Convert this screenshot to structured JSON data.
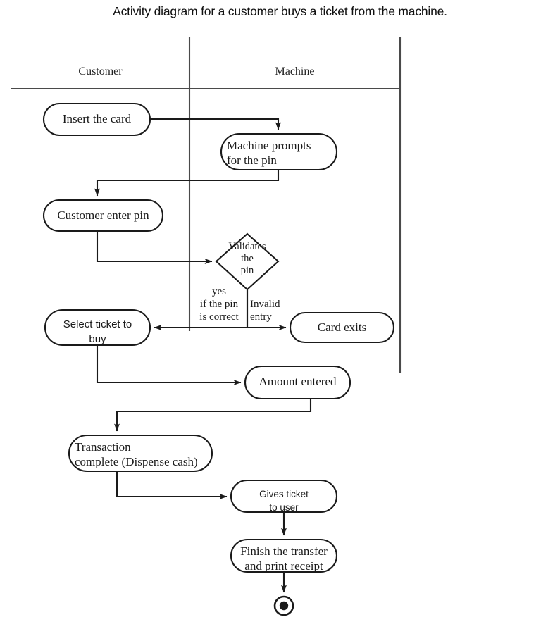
{
  "title": "Activity  diagram for a customer buys a ticket from the machine.",
  "lanes": [
    {
      "name": "customer",
      "label": "Customer"
    },
    {
      "name": "machine",
      "label": "Machine"
    }
  ],
  "nodes": [
    {
      "id": "insert-card",
      "label": "Insert the card",
      "lane": "customer",
      "shape": "rounded-rect"
    },
    {
      "id": "machine-prompts",
      "label": "Machine prompts\nfor the pin",
      "lane": "machine",
      "shape": "rounded-rect"
    },
    {
      "id": "customer-enter-pin",
      "label": "Customer enter pin",
      "lane": "customer",
      "shape": "rounded-rect"
    },
    {
      "id": "validates-pin",
      "label": "Validates\nthe\npin",
      "lane": "machine",
      "shape": "diamond"
    },
    {
      "id": "select-ticket",
      "label": "Select ticket to\nbuy",
      "lane": "customer",
      "shape": "rounded-rect"
    },
    {
      "id": "card-exits",
      "label": "Card exits",
      "lane": "machine",
      "shape": "rounded-rect"
    },
    {
      "id": "amount-entered",
      "label": "Amount entered",
      "lane": "machine",
      "shape": "rounded-rect"
    },
    {
      "id": "transaction-complete",
      "label": "Transaction\ncomplete (Dispense cash)",
      "lane": "customer",
      "shape": "rounded-rect"
    },
    {
      "id": "gives-ticket",
      "label": "Gives ticket\nto user",
      "lane": "machine",
      "shape": "rounded-rect"
    },
    {
      "id": "finish-transfer",
      "label": "Finish the transfer\nand print receipt",
      "lane": "machine",
      "shape": "rounded-rect"
    },
    {
      "id": "end-node",
      "label": "",
      "lane": "machine",
      "shape": "final-node"
    }
  ],
  "node_text": {
    "insert_card": "Insert the card",
    "machine_prompts_line1": "Machine prompts",
    "machine_prompts_line2": "for the pin",
    "customer_enter_pin": "Customer enter pin",
    "validates_line1": "Validates",
    "validates_line2": "the",
    "validates_line3": "pin",
    "select_ticket_line1": "Select ticket to",
    "select_ticket_line2": "buy",
    "card_exits": "Card exits",
    "amount_entered": "Amount entered",
    "transaction_line1": "Transaction",
    "transaction_line2": "complete (Dispense cash)",
    "gives_ticket_line1": "Gives ticket",
    "gives_ticket_line2": "to user",
    "finish_line1": "Finish the transfer",
    "finish_line2": "and print receipt"
  },
  "guards": {
    "yes_line1": "yes",
    "yes_line2": "if the pin",
    "yes_line3": "is correct",
    "invalid_line1": "Invalid",
    "invalid_line2": "entry"
  },
  "edges": [
    {
      "from": "insert-card",
      "to": "machine-prompts",
      "label": ""
    },
    {
      "from": "machine-prompts",
      "to": "customer-enter-pin",
      "label": ""
    },
    {
      "from": "customer-enter-pin",
      "to": "validates-pin",
      "label": ""
    },
    {
      "from": "validates-pin",
      "to": "select-ticket",
      "label": "yes if the pin is correct"
    },
    {
      "from": "validates-pin",
      "to": "card-exits",
      "label": "Invalid entry"
    },
    {
      "from": "select-ticket",
      "to": "amount-entered",
      "label": ""
    },
    {
      "from": "amount-entered",
      "to": "transaction-complete",
      "label": ""
    },
    {
      "from": "transaction-complete",
      "to": "gives-ticket",
      "label": ""
    },
    {
      "from": "gives-ticket",
      "to": "finish-transfer",
      "label": ""
    },
    {
      "from": "finish-transfer",
      "to": "end-node",
      "label": ""
    }
  ],
  "colors": {
    "stroke": "#1a1a1a",
    "background": "#ffffff",
    "text": "#1a1a1a",
    "lane_divider": "#4a4a4a"
  }
}
